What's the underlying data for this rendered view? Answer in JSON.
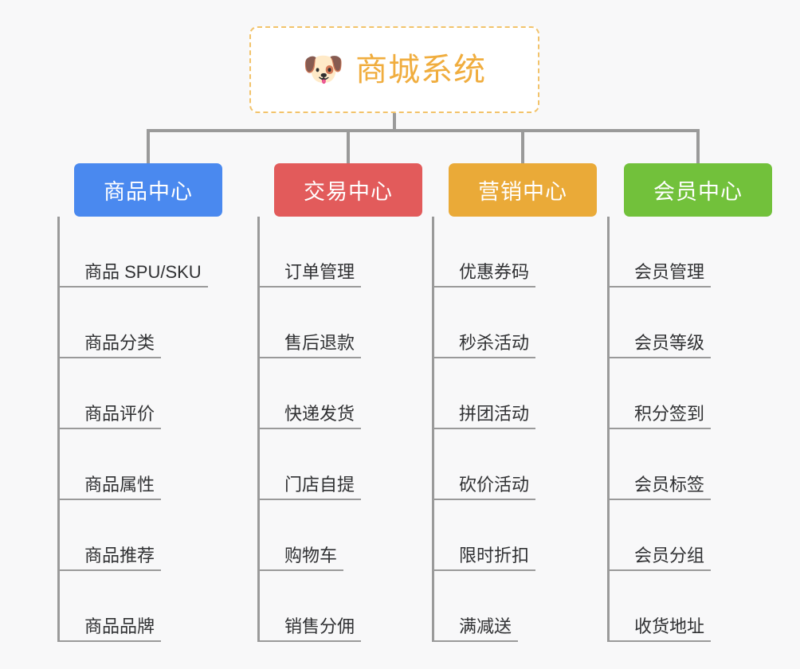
{
  "background_color": "#f8f8f9",
  "root": {
    "icon": "shiba-dog-face-emoji",
    "icon_glyph": "🐶",
    "title": "商城系统",
    "title_color": "#f0ad3e",
    "border_color": "#f2c36b",
    "fill_color": "#ffffff"
  },
  "connector_color": "#9a9a9a",
  "categories": [
    {
      "id": "product-center",
      "label": "商品中心",
      "color": "#4a89ef",
      "items": [
        "商品 SPU/SKU",
        "商品分类",
        "商品评价",
        "商品属性",
        "商品推荐",
        "商品品牌"
      ]
    },
    {
      "id": "trade-center",
      "label": "交易中心",
      "color": "#e25b5b",
      "items": [
        "订单管理",
        "售后退款",
        "快递发货",
        "门店自提",
        "购物车",
        "销售分佣"
      ]
    },
    {
      "id": "marketing-center",
      "label": "营销中心",
      "color": "#eaaa38",
      "items": [
        "优惠券码",
        "秒杀活动",
        "拼团活动",
        "砍价活动",
        "限时折扣",
        "满减送"
      ]
    },
    {
      "id": "member-center",
      "label": "会员中心",
      "color": "#72c13b",
      "items": [
        "会员管理",
        "会员等级",
        "积分签到",
        "会员标签",
        "会员分组",
        "收货地址"
      ]
    }
  ]
}
